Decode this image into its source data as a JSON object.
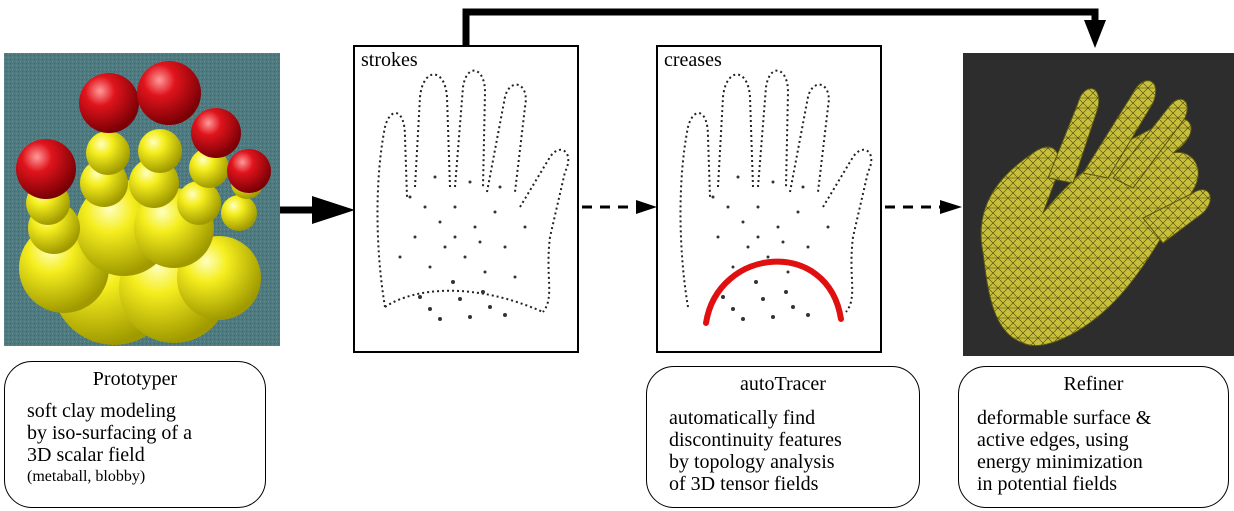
{
  "colors": {
    "prototyper_bg": "#4d7a7e",
    "blob_yellow": "#f2ec1a",
    "blob_red": "#d8121a",
    "refiner_bg": "#2d2d2d",
    "mesh_yellow": "#c9c23a",
    "crease_red": "#e01010"
  },
  "panels": {
    "strokes": {
      "label": "strokes"
    },
    "creases": {
      "label": "creases"
    }
  },
  "bubbles": {
    "prototyper": {
      "title": "Prototyper",
      "lines": [
        "soft clay modeling",
        "by iso-surfacing of a",
        "3D scalar field"
      ],
      "small_line": "(metaball, blobby)"
    },
    "autotracer": {
      "title": "autoTracer",
      "lines": [
        "automatically find",
        "discontinuity features",
        "by topology analysis",
        "of 3D tensor fields"
      ]
    },
    "refiner": {
      "title": "Refiner",
      "lines": [
        "deformable surface &",
        "active edges, using",
        "energy minimization",
        "in potential fields"
      ]
    }
  }
}
